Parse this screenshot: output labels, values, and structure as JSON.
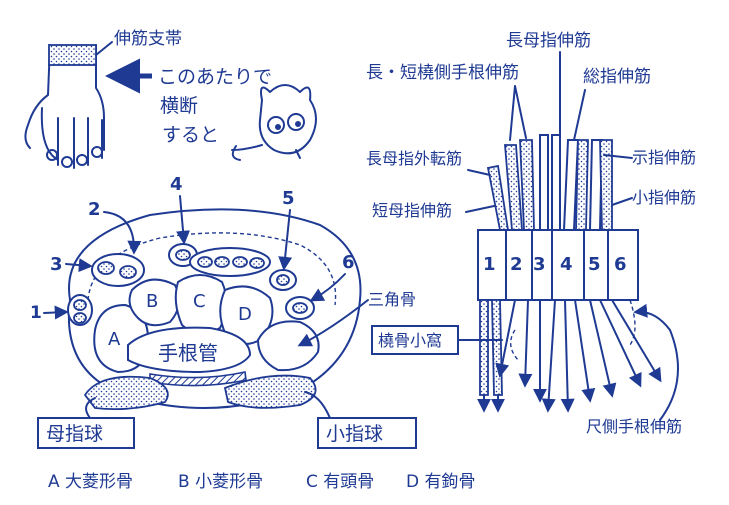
{
  "colors": {
    "ink": "#1f3a93",
    "background": "#ffffff"
  },
  "left": {
    "retinaculum_label": "伸筋支帯",
    "note_line1": "このあたりで",
    "note_line2": "横断",
    "note_line3": "すると",
    "compartments": [
      "1",
      "2",
      "3",
      "4",
      "5",
      "6"
    ],
    "bones": [
      "A",
      "B",
      "C",
      "D"
    ],
    "carpal_tunnel": "手根管",
    "triquetrum": "三角骨",
    "thenar": "母指球",
    "hypothenar": "小指球"
  },
  "right": {
    "epl": "長母指伸筋",
    "ecrlb": "長・短橈側手根伸筋",
    "edc": "総指伸筋",
    "apl": "長母指外転筋",
    "eip": "示指伸筋",
    "epb": "短母指伸筋",
    "edm": "小指伸筋",
    "compartments": [
      "1",
      "2",
      "3",
      "4",
      "5",
      "6"
    ],
    "snuffbox": "橈骨小窩",
    "ecu": "尺側手根伸筋"
  },
  "legend": {
    "a": "A 大菱形骨",
    "b": "B 小菱形骨",
    "c": "C 有頭骨",
    "d": "D 有鉤骨"
  }
}
